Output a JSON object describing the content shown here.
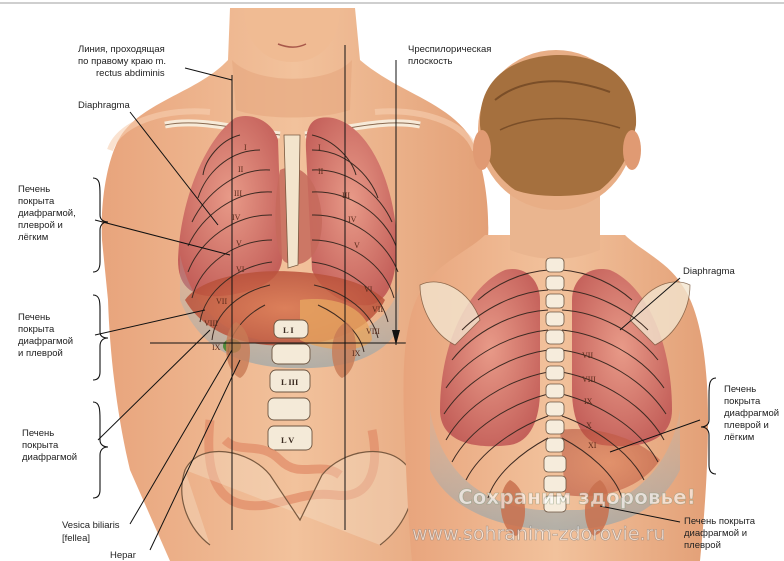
{
  "labels": {
    "rectus_line": [
      "Линия, проходящая",
      "по правому краю m.",
      "rectus abdiminis"
    ],
    "transpyloric": [
      "Чреспилорическая",
      "плоскость"
    ],
    "diaphragma_front": "Diaphragma",
    "diaphragma_back": "Diaphragma",
    "liver_diaphragm_pleura_lung": [
      "Печень",
      "покрыта",
      "диафрагмой,",
      "плеврой и",
      "лёгким"
    ],
    "liver_diaphragm_pleura": [
      "Печень",
      "покрыта",
      "диафрагмой",
      "и плеврой"
    ],
    "liver_diaphragm": [
      "Печень",
      "покрыта",
      "диафрагмой"
    ],
    "vesica_biliaris": [
      "Vesica biliaris",
      "[fellea]"
    ],
    "hepar": "Hepar",
    "back_liver_diaphragm_pleura_lung": [
      "Печень",
      "покрыта",
      "диафрагмой",
      "плеврой и",
      "лёгким"
    ],
    "back_liver_diaphragm_pleura": [
      "Печень покрыта",
      "диафрагмой и",
      "плеврой"
    ]
  },
  "ribs_front_right": [
    "I",
    "II",
    "III",
    "IV",
    "V",
    "VI",
    "VII",
    "VIII",
    "IX"
  ],
  "ribs_front_left": [
    "I",
    "II",
    "III",
    "IV",
    "V",
    "VI",
    "VII",
    "VIII",
    "IX"
  ],
  "vertebrae": [
    "L I",
    "L III",
    "L V"
  ],
  "ribs_back": [
    "VII",
    "VIII",
    "IX",
    "X",
    "XI"
  ],
  "watermark": {
    "line1": "Сохраним здоровье!",
    "line2": "www.sohranim-zdorovie.ru"
  },
  "colors": {
    "skin": "#edb58c",
    "skin_shadow": "#d9956a",
    "lung": "#d97b6c",
    "liver": "#c85a40",
    "hair": "#9a6a3c",
    "line": "#222222"
  }
}
